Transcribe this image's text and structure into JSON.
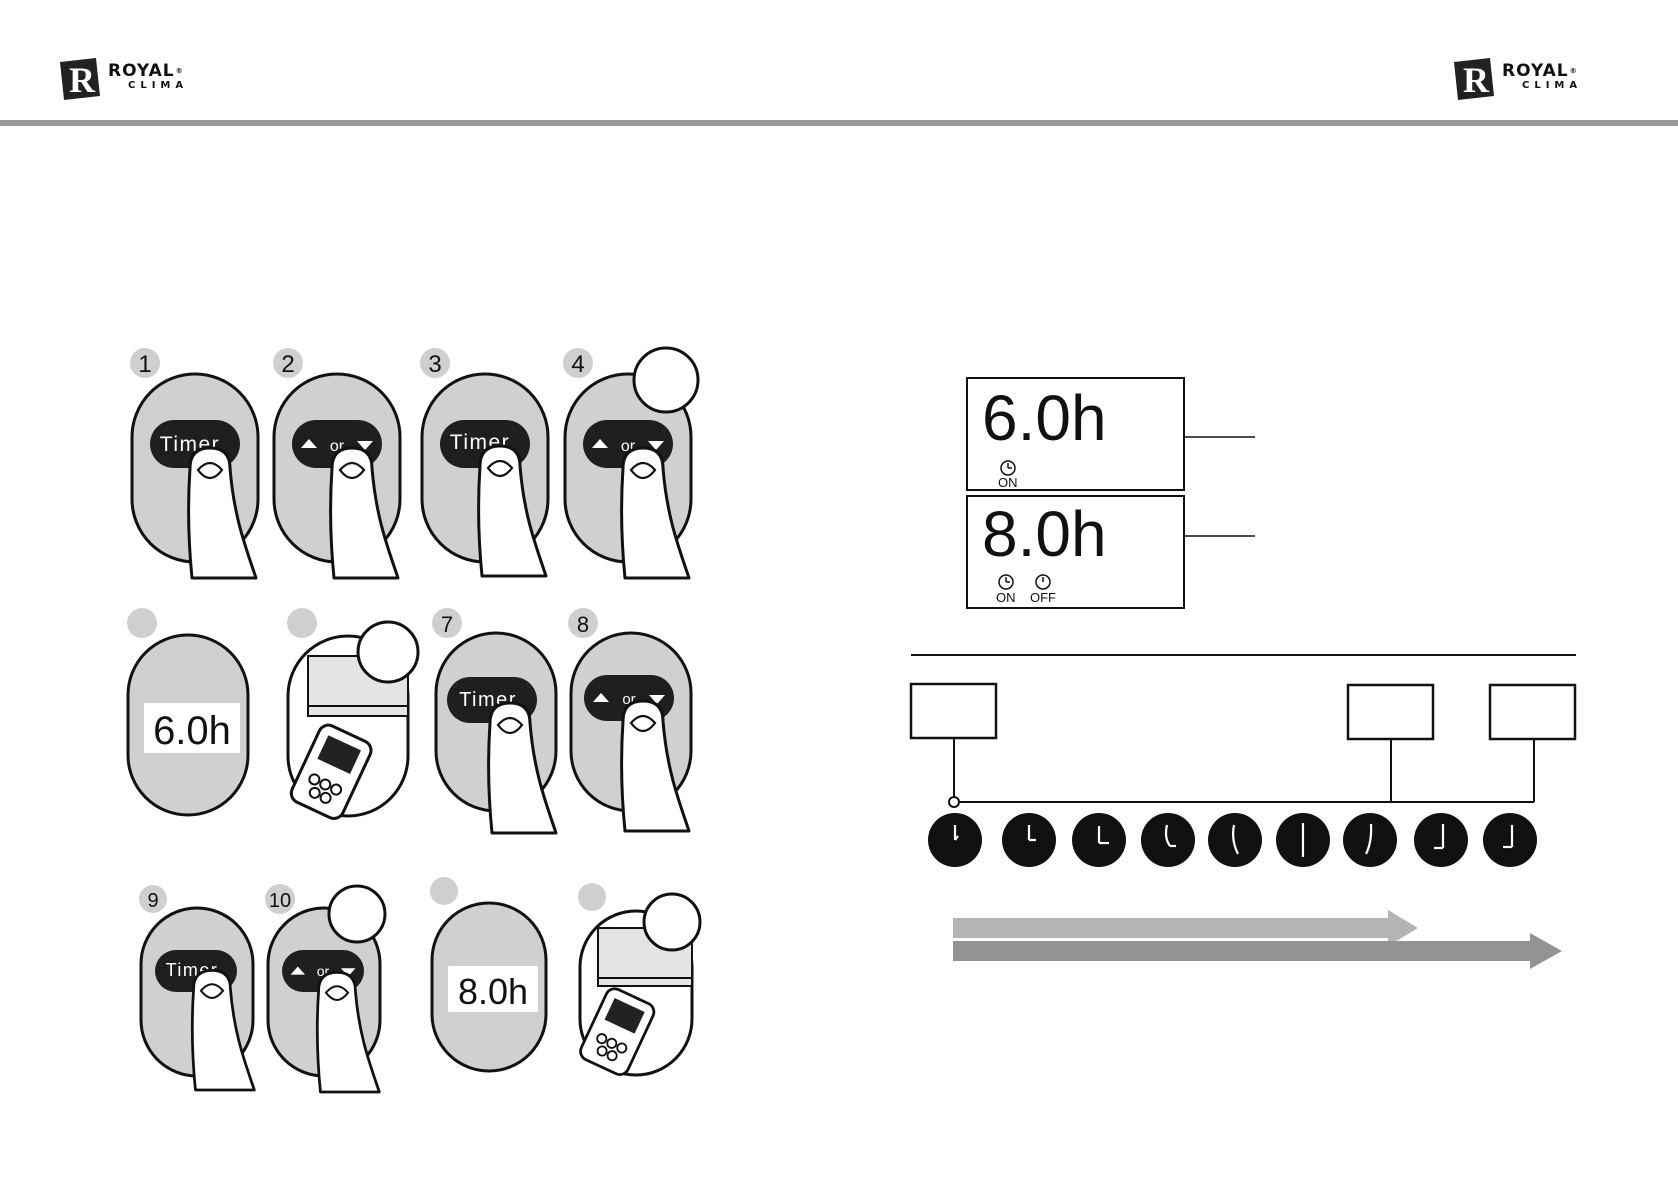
{
  "header": {
    "brand_line1": "ROYAL",
    "brand_line2": "CLIMA",
    "brand_reg": "®"
  },
  "steps": {
    "row1": [
      "1",
      "2",
      "3",
      "4"
    ],
    "row2": [
      "7",
      "8"
    ],
    "row3": [
      "9",
      "10"
    ]
  },
  "buttons": {
    "timer_label": "Timer",
    "or_label": "or"
  },
  "displays": {
    "first": "6.0h",
    "second": "8.0h",
    "on_label": "ON",
    "off_label": "OFF"
  },
  "colors": {
    "panel_gray": "#d0d0d0",
    "badge_gray": "#cfcfcf",
    "arrow_light": "#b4b4b4",
    "arrow_dark": "#939393",
    "rule_gray": "#999999"
  }
}
